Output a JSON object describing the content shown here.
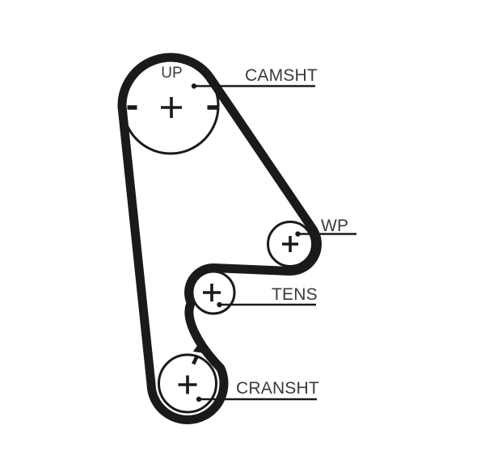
{
  "diagram": {
    "background_color": "#ffffff",
    "line_color": "#1a1a1a",
    "label_color": "#3a3a3a",
    "labels": {
      "up": "UP",
      "camshaft": "CAMSHT",
      "water_pump": "WP",
      "tensioner": "TENS",
      "crankshaft": "CRANSHT"
    },
    "marks": {
      "camshaft_center": "+",
      "camshaft_left": "-",
      "camshaft_right": "-",
      "water_pump_center": "+",
      "tensioner_center": "+",
      "crankshaft_center": "+"
    },
    "icons": {
      "rotation_arrow": "rotation-direction-arrow",
      "leader_dot": "leader-anchor-dot"
    }
  }
}
